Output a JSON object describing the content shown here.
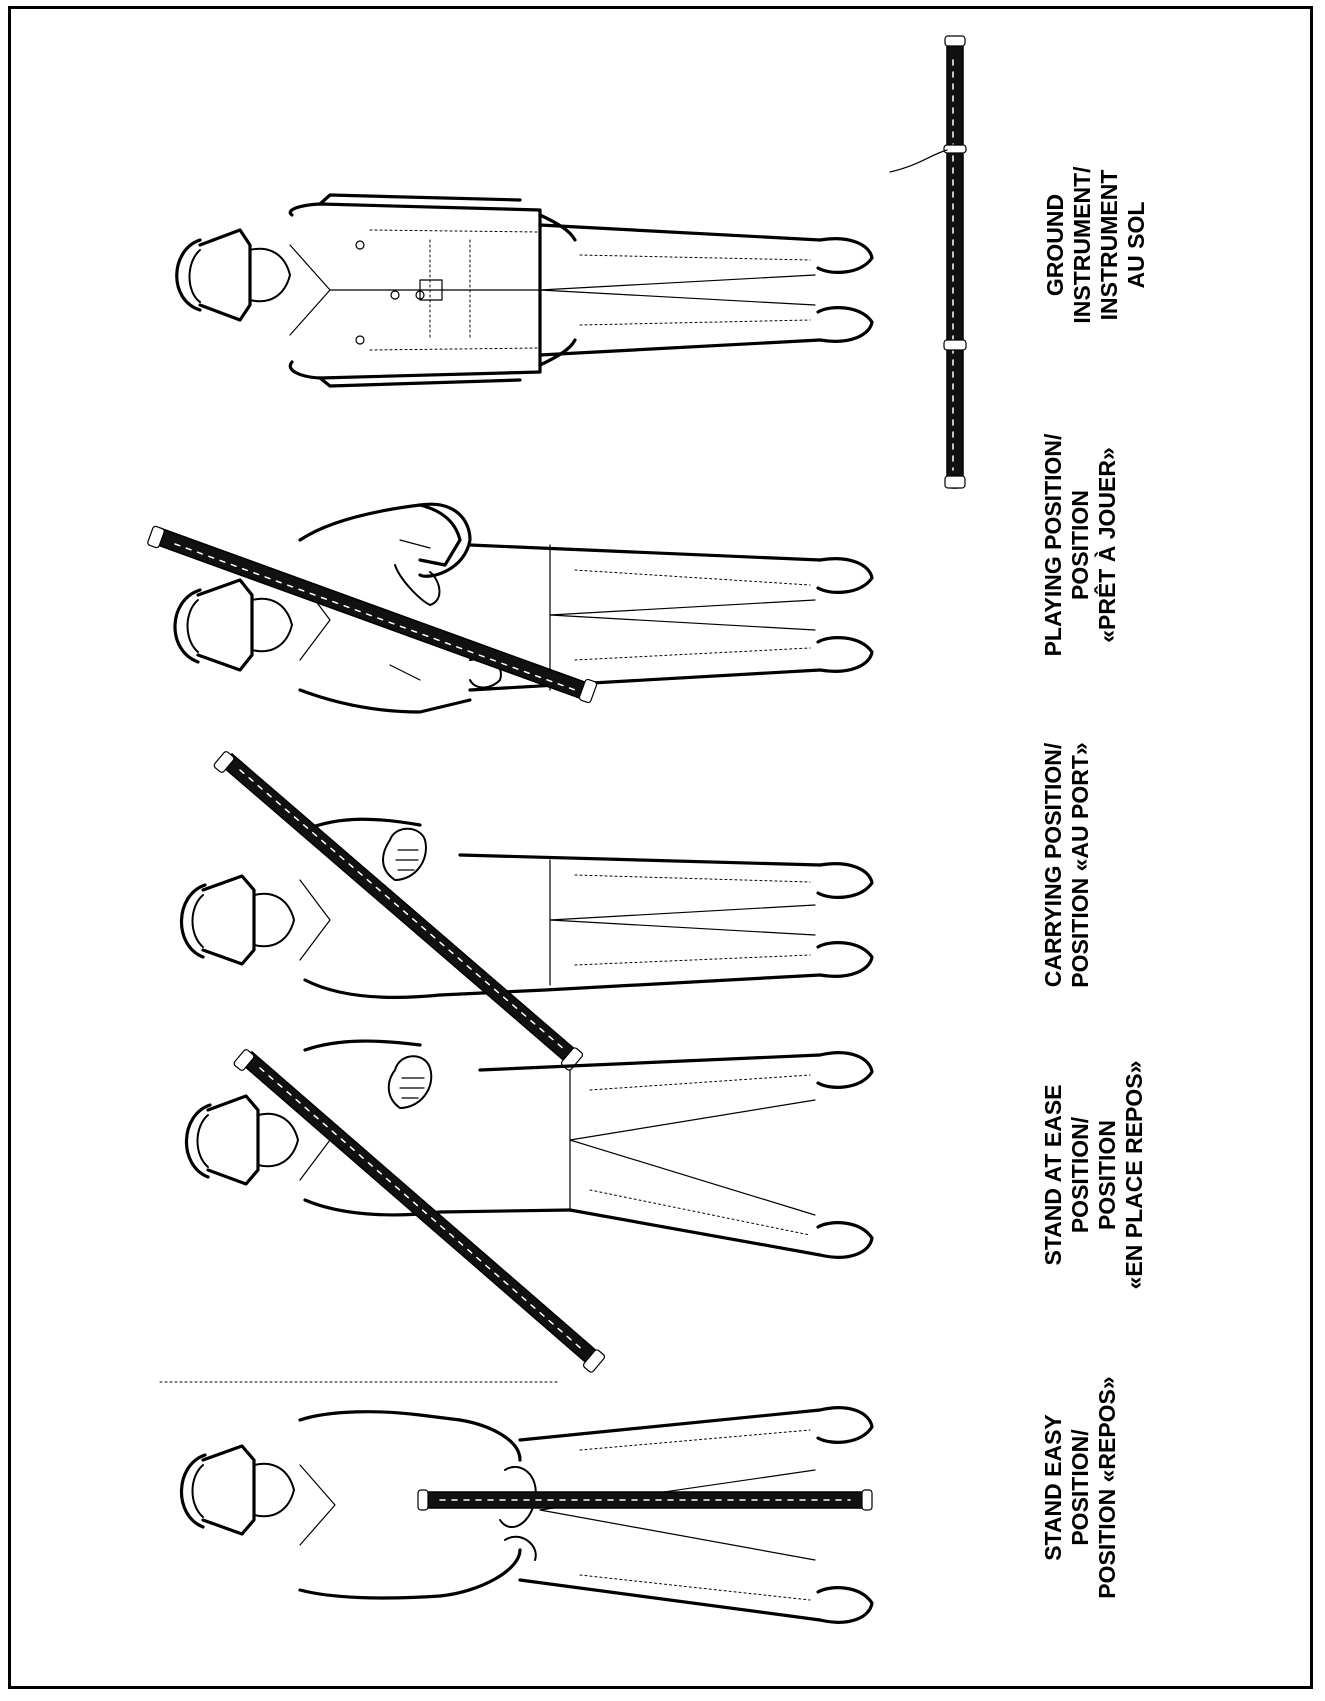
{
  "captions": [
    {
      "id": "stand-easy",
      "lines": [
        "STAND EASY",
        "POSITION/",
        "POSITION «REPOS»"
      ]
    },
    {
      "id": "stand-at-ease",
      "lines": [
        "STAND AT EASE",
        "POSITION/",
        "POSITION",
        "«EN PLACE REPOS»"
      ]
    },
    {
      "id": "carrying",
      "lines": [
        "CARRYING POSITION/",
        "POSITION «AU PORT»"
      ]
    },
    {
      "id": "playing",
      "lines": [
        "PLAYING POSITION/",
        "POSITION",
        "«PRÊT À JOUER»"
      ]
    },
    {
      "id": "ground",
      "lines": [
        "GROUND",
        "INSTRUMENT/",
        "INSTRUMENT",
        "AU SOL"
      ]
    }
  ],
  "colors": {
    "ink": "#000000",
    "paper": "#ffffff"
  },
  "figures": [
    {
      "position": "stand-easy",
      "instrument": "bassoon"
    },
    {
      "position": "stand-at-ease",
      "instrument": "bassoon"
    },
    {
      "position": "carrying",
      "instrument": "bassoon"
    },
    {
      "position": "playing",
      "instrument": "bassoon"
    },
    {
      "position": "ground",
      "instrument": "bassoon"
    }
  ]
}
